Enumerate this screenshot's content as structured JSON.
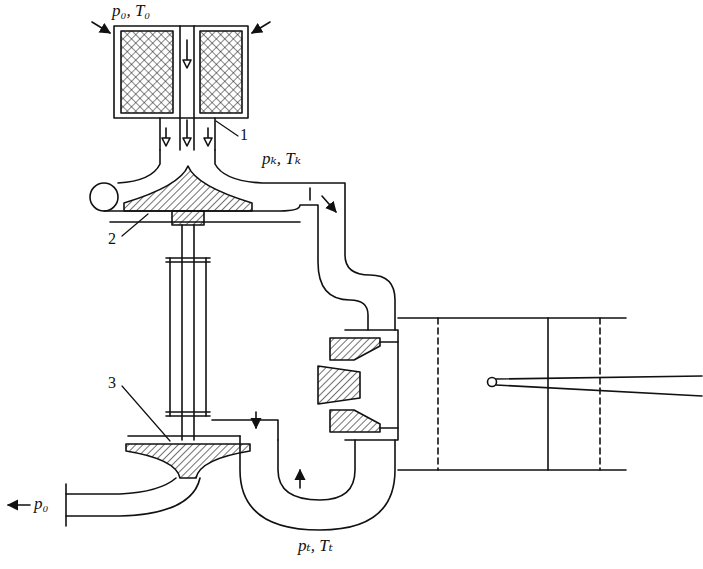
{
  "diagram": {
    "labels": [
      "p₀, T₀",
      "1",
      "pₖ, Tₖ",
      "2",
      "3",
      "pₜ, Tₜ",
      "p₀"
    ]
  }
}
